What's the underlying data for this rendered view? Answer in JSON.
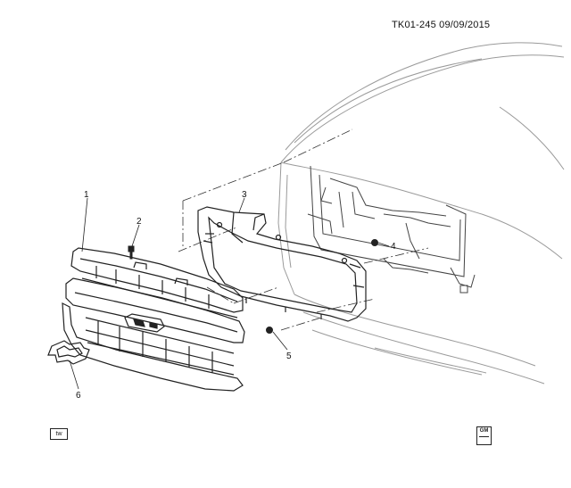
{
  "header": {
    "diagram_id": "TK01-245 09/09/2015"
  },
  "callouts": [
    {
      "id": "1",
      "label": "1"
    },
    {
      "id": "2",
      "label": "2"
    },
    {
      "id": "3",
      "label": "3"
    },
    {
      "id": "4",
      "label": "4"
    },
    {
      "id": "5",
      "label": "5"
    },
    {
      "id": "6",
      "label": "6"
    }
  ],
  "footer": {
    "tw_badge": "tw",
    "gm_badge": "GM"
  },
  "colors": {
    "line": "#333333",
    "light_line": "#9a9a9a",
    "background": "#ffffff"
  },
  "icons": {
    "tw": "tw-badge-icon",
    "gm": "gm-logo-icon",
    "bowtie": "bowtie-emblem-icon"
  }
}
